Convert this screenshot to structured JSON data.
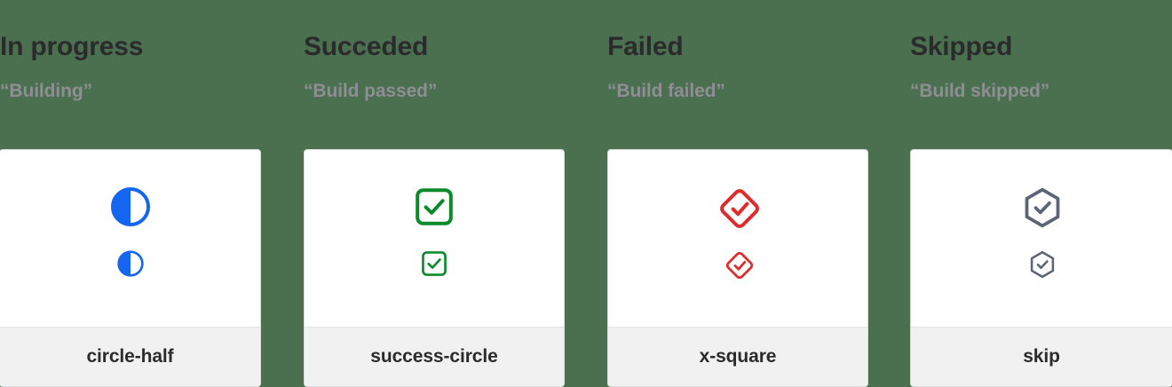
{
  "background_color": "#4a7050",
  "columns": [
    {
      "heading": "In progress",
      "subheading": "“Building”",
      "icon_name": "circle-half",
      "icon_label": "circle-half",
      "icon_color": "#1466f0"
    },
    {
      "heading": "Succeded",
      "subheading": "“Build passed”",
      "icon_name": "success-circle",
      "icon_label": "success-circle",
      "icon_color": "#0a8a2a"
    },
    {
      "heading": "Failed",
      "subheading": "“Build failed”",
      "icon_name": "x-square",
      "icon_label": "x-square",
      "icon_color": "#e12b2b"
    },
    {
      "heading": "Skipped",
      "subheading": "“Build skipped”",
      "icon_name": "skip",
      "icon_label": "skip",
      "icon_color": "#5d6475"
    }
  ],
  "colors": {
    "heading_text": "#2b2b2b",
    "subheading_text": "#8e8e93",
    "card_background": "#ffffff",
    "card_border": "#dcdcdc",
    "footer_background": "#f1f1f1",
    "label_text": "#2b2b2b"
  }
}
